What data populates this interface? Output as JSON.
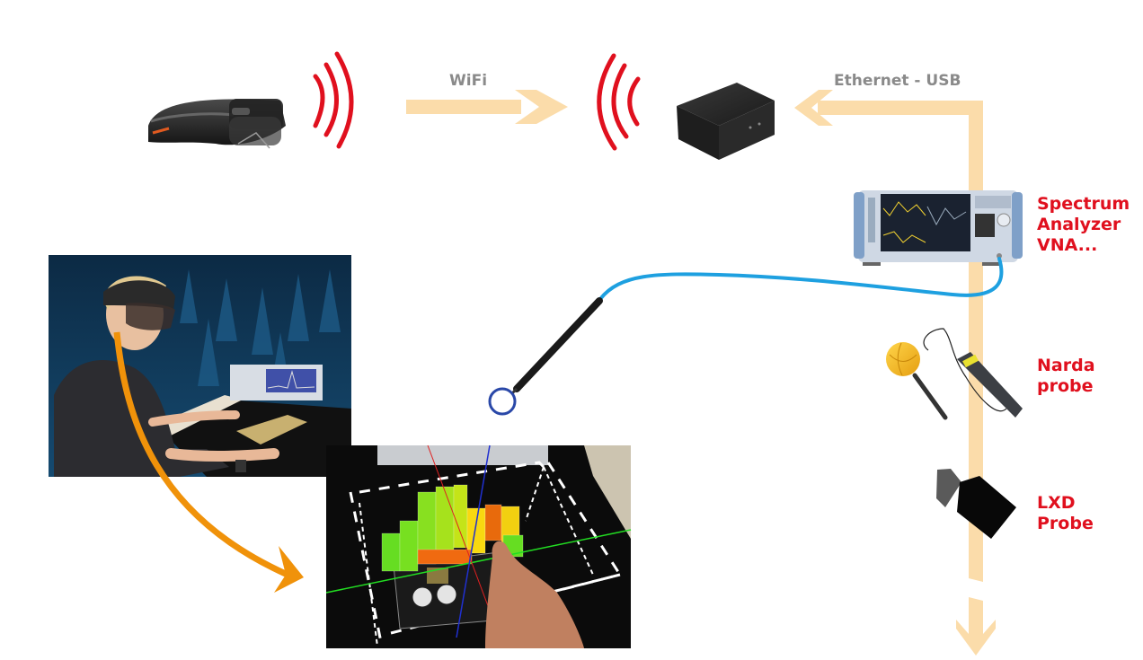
{
  "colors": {
    "flow_arrow": "#fbdcaa",
    "wifi_waves": "#e0101e",
    "label_gray": "#8a8a8a",
    "device_label_red": "#e0101e",
    "cable_blue": "#1ea0e0",
    "ar_arrow_orange": "#f0920a"
  },
  "links": {
    "wifi": "WiFi",
    "ethernet_usb": "Ethernet - USB"
  },
  "devices": {
    "headset": "AR headset (HoloLens)",
    "mini_pc": "Mini PC",
    "spectrum_analyzer": {
      "label": "Spectrum\nAnalyzer\nVNA..."
    },
    "near_field_probe": "Near-field loop probe",
    "narda_probe": {
      "label": "Narda\nprobe"
    },
    "lxd_probe": {
      "label": "LXD\nProbe"
    }
  },
  "photos": {
    "operator": "Operator wearing AR headset in anechoic chamber",
    "ar_view": "AR overlay of field measurement voxels on PCB"
  }
}
